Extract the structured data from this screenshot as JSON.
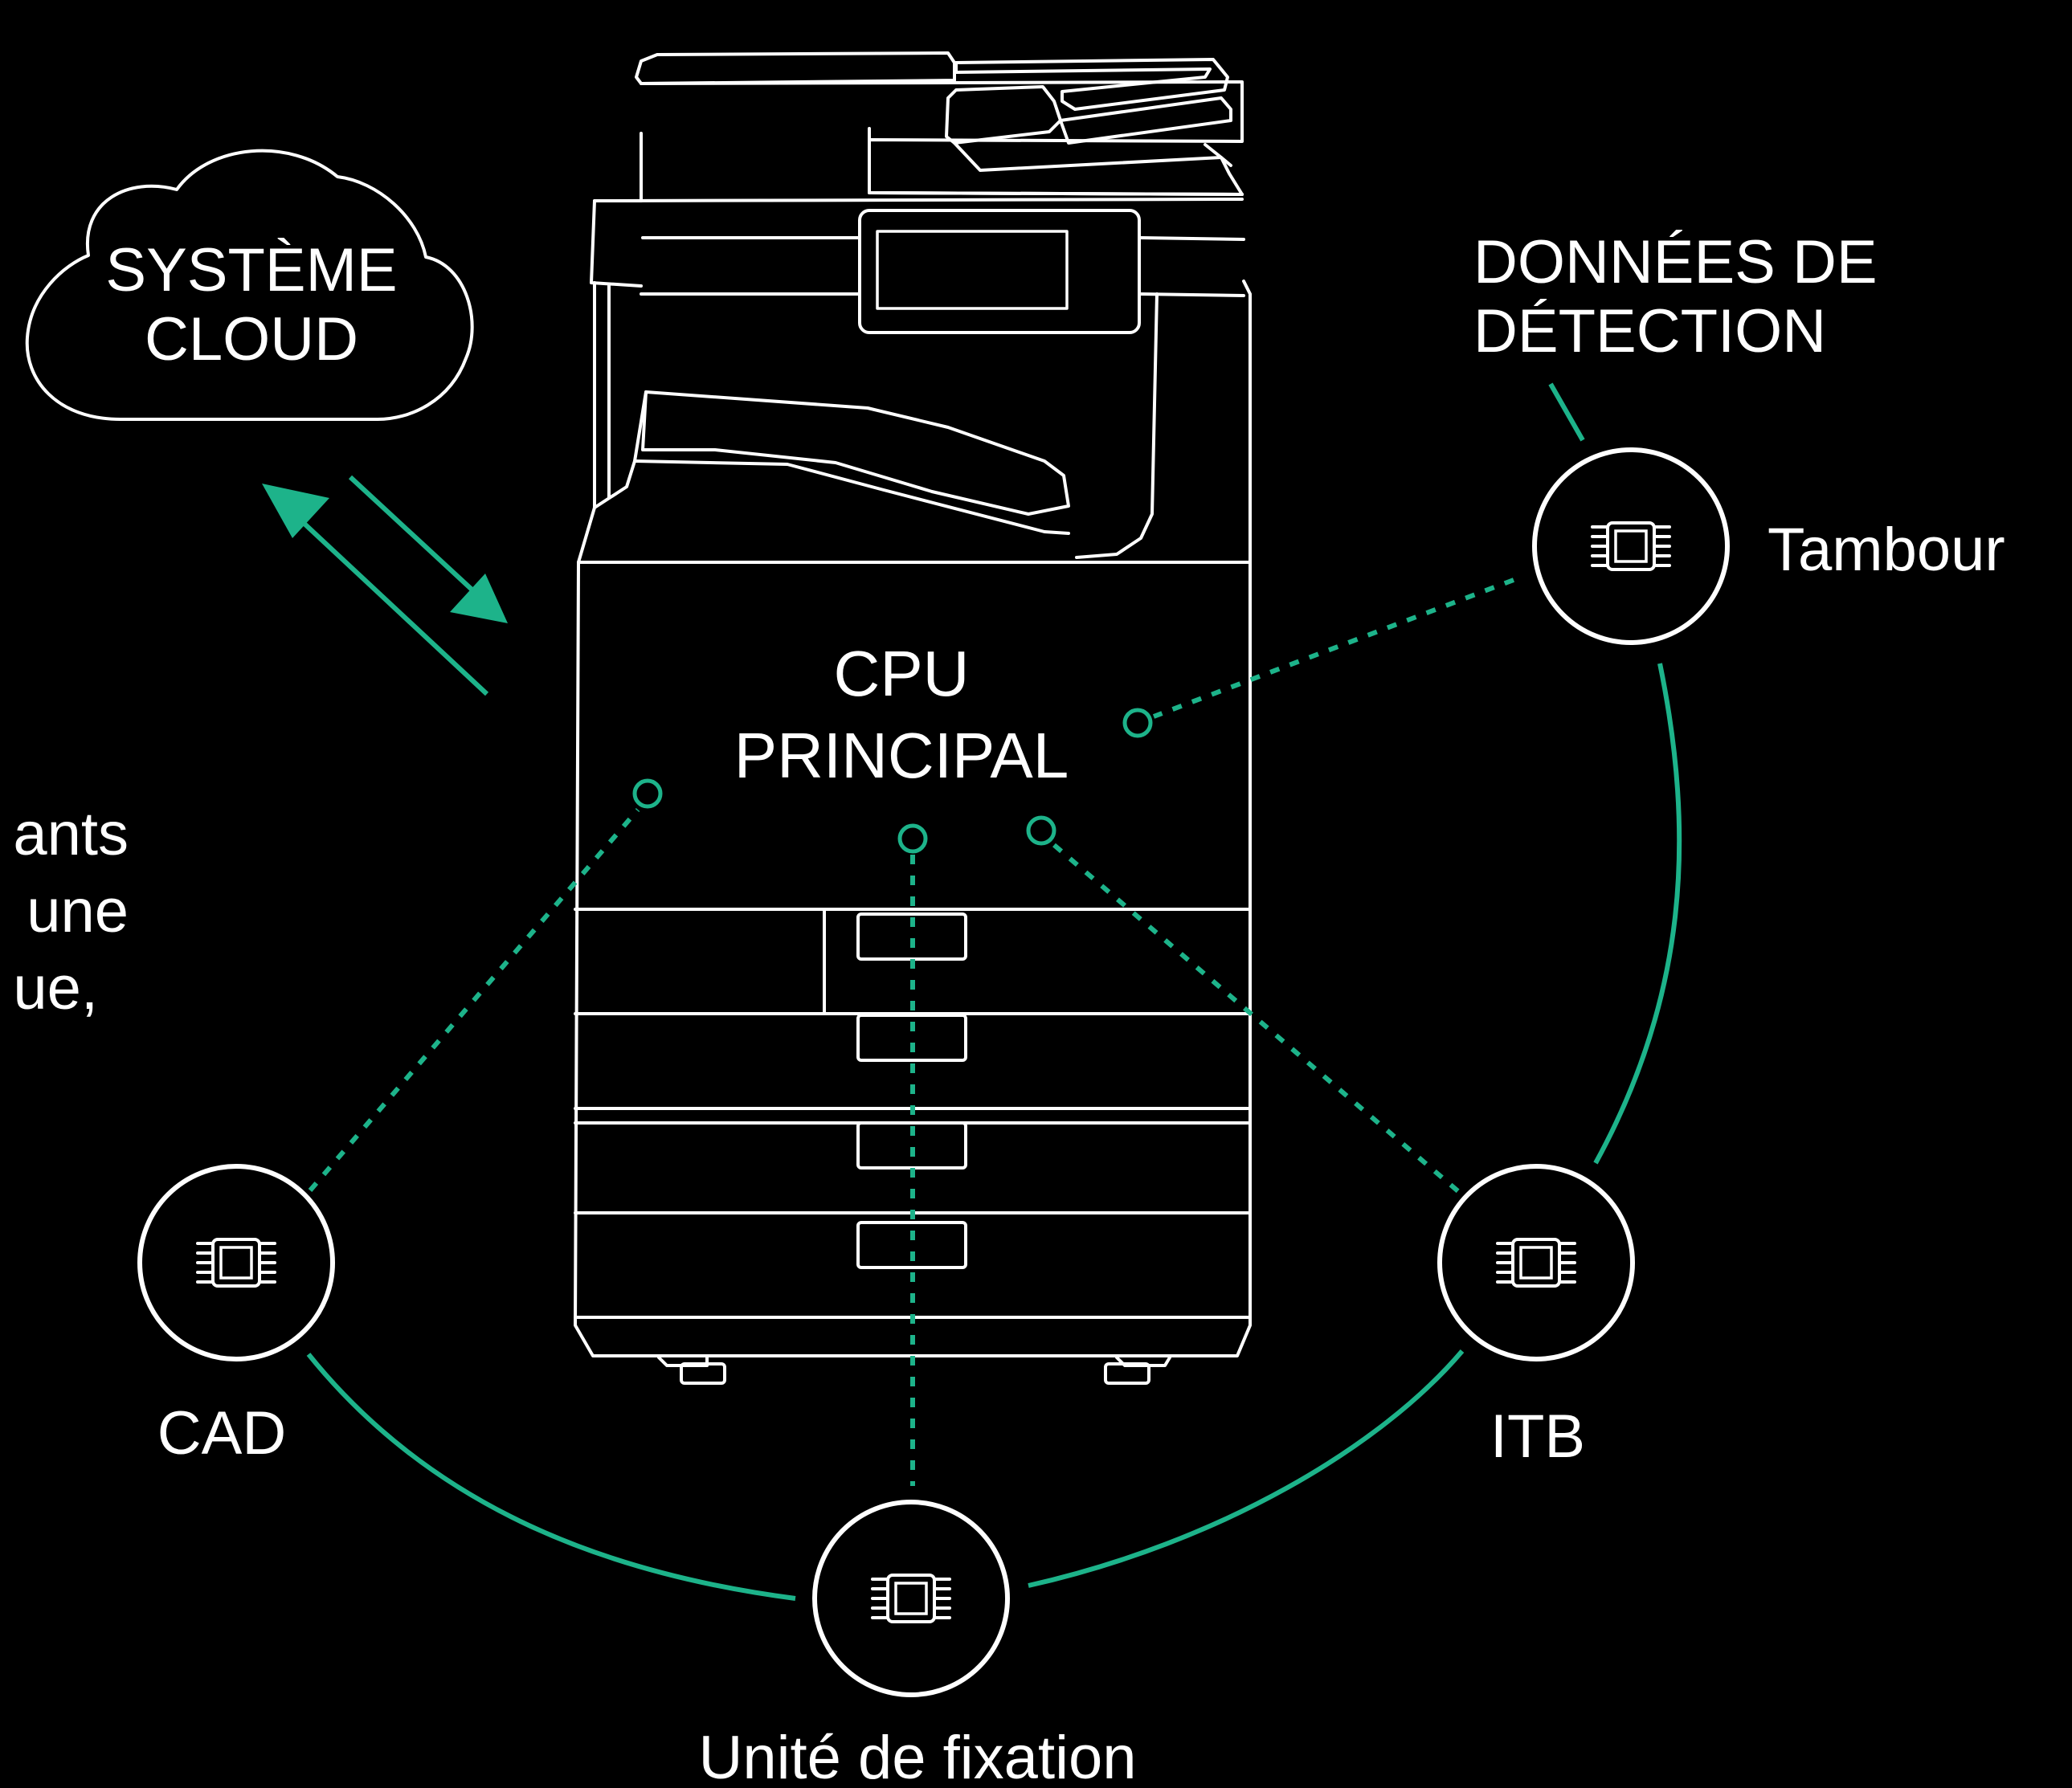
{
  "colors": {
    "background": "#000000",
    "line": "#ffffff",
    "accent": "#1db38a"
  },
  "cloud": {
    "icon": "cloud-icon",
    "line1": "SYSTÈME",
    "line2": "CLOUD"
  },
  "cpu": {
    "line1": "CPU",
    "line2": "PRINCIPAL"
  },
  "sensing_data": {
    "line1": "DONNÉES DE",
    "line2": "DÉTECTION"
  },
  "side_text": {
    "line1": "ants",
    "line2": "une",
    "line3": "ue,"
  },
  "nodes": {
    "drum": {
      "label": "Tambour",
      "icon": "chip-icon"
    },
    "cad": {
      "label": "CAD",
      "icon": "chip-icon"
    },
    "itb": {
      "label": "ITB",
      "icon": "chip-icon"
    },
    "fuser": {
      "label": "Unité de fixation",
      "icon": "chip-icon"
    }
  },
  "illustration": {
    "icon": "printer-icon"
  }
}
